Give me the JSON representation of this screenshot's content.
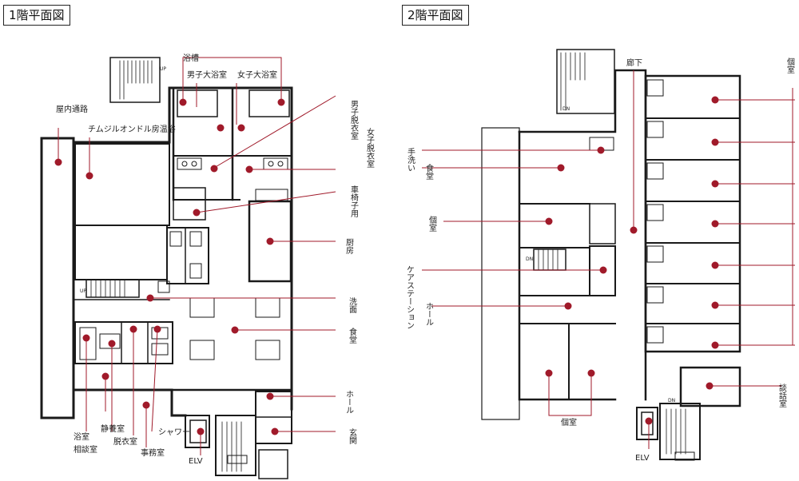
{
  "titles": {
    "floor1": "1階平面図",
    "floor2": "2階平面図"
  },
  "colors": {
    "dot": "#a01a2a",
    "line": "#a01a2a",
    "wall": "#1a1a1a"
  },
  "floor1_labels": {
    "yokusou": "浴槽",
    "danshi_daiyokushitsu": "男子大浴室",
    "joshi_daiyokushitsu": "女子大浴室",
    "okunai_tsuro": "屋内通路",
    "chimjil": "チムジルオンドル房温浴",
    "danshi_datsuishitsu": "男子脱衣室",
    "joshi_datsuishitsu": "女子脱衣室",
    "kurumaisu": "車椅子用",
    "chubo": "厨房",
    "senmen": "洗面",
    "shokudo": "食堂",
    "hall": "ホール",
    "genkan": "玄関",
    "yokushitsu": "浴室",
    "sodanshitsu": "相談室",
    "seiyoshitsu": "静養室",
    "datsuishitsu": "脱衣室",
    "shower": "シャワー",
    "jimushitsu": "事務室",
    "elv": "ELV"
  },
  "floor2_labels": {
    "roka": "廊下",
    "koshitsu_right": "個室",
    "tearai": "手洗い",
    "shokudo": "食堂",
    "koshitsu_left": "個室",
    "care_station": "ケアステーション",
    "hall": "ホール",
    "danwashitsu": "談話室",
    "koshitsu_bottom": "個室",
    "elv": "ELV"
  },
  "stair_marks": {
    "up1": "UP",
    "up2": "UP",
    "dn1": "DN",
    "dn2": "DN",
    "dn3": "DN"
  }
}
